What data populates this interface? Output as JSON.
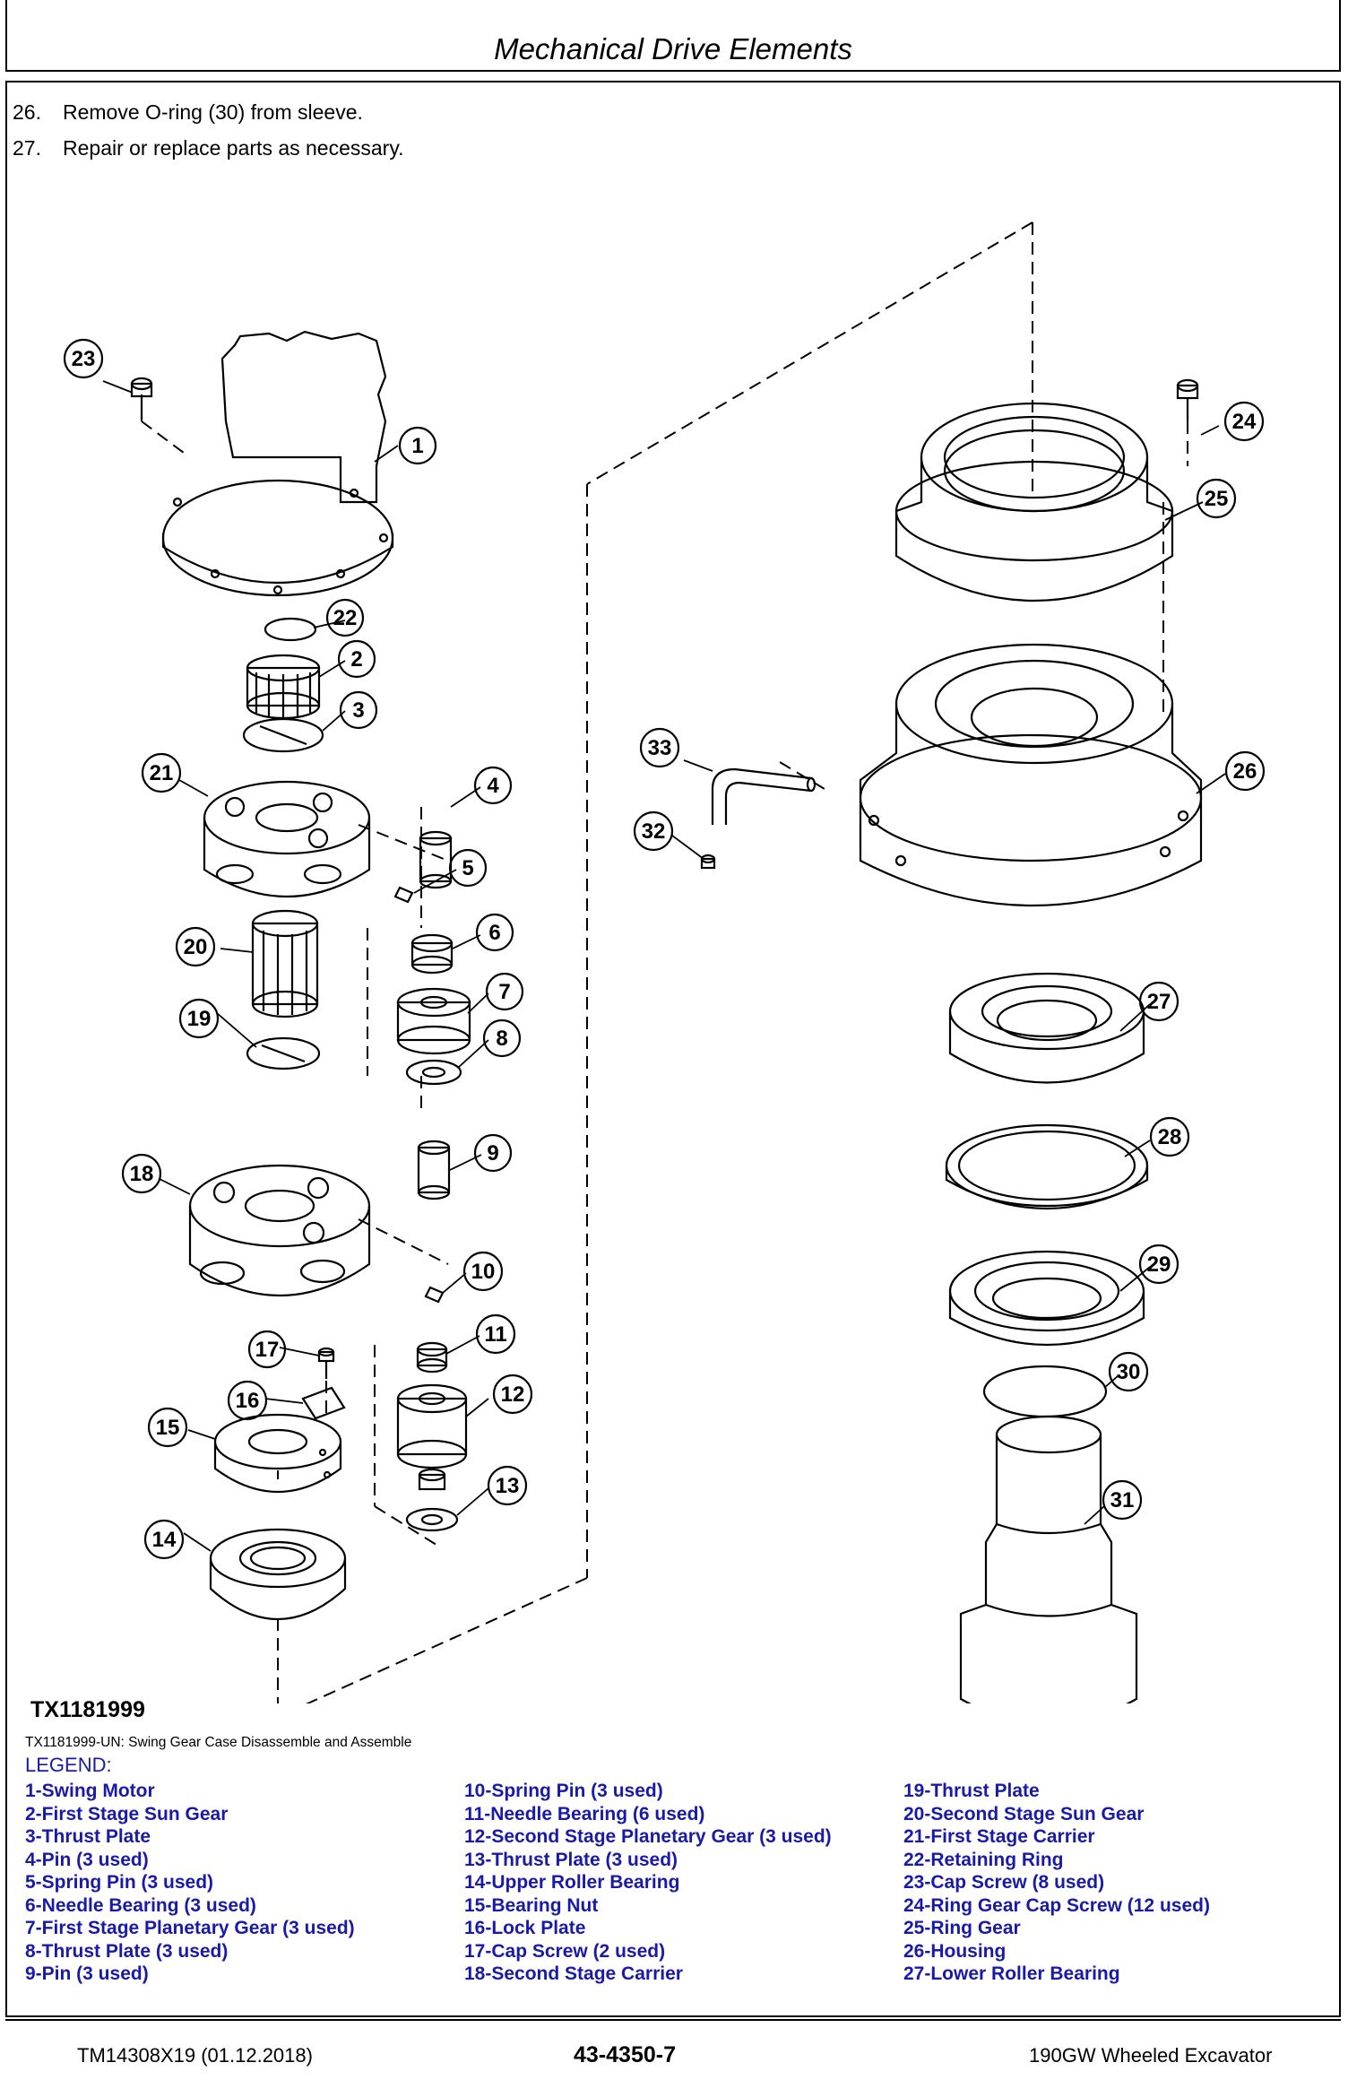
{
  "header": {
    "title": "Mechanical Drive Elements"
  },
  "steps": [
    {
      "num": "26.",
      "text": "Remove O-ring (30) from sleeve."
    },
    {
      "num": "27.",
      "text": "Repair or replace parts as necessary."
    }
  ],
  "figure": {
    "id": "TX1181999",
    "caption": "TX1181999-UN: Swing Gear Case Disassemble and Assemble",
    "callouts": [
      "1",
      "2",
      "3",
      "4",
      "5",
      "6",
      "7",
      "8",
      "9",
      "10",
      "11",
      "12",
      "13",
      "14",
      "15",
      "16",
      "17",
      "18",
      "19",
      "20",
      "21",
      "22",
      "23",
      "24",
      "25",
      "26",
      "27",
      "28",
      "29",
      "30",
      "31",
      "32",
      "33"
    ]
  },
  "legend": {
    "title": "LEGEND:",
    "col1": [
      "1-Swing Motor",
      "2-First Stage Sun Gear",
      "3-Thrust Plate",
      "4-Pin (3 used)",
      "5-Spring Pin (3 used)",
      "6-Needle Bearing (3 used)",
      "7-First Stage Planetary Gear (3 used)",
      "8-Thrust Plate (3 used)",
      "9-Pin (3 used)"
    ],
    "col2": [
      "10-Spring Pin (3 used)",
      "11-Needle Bearing (6 used)",
      "12-Second Stage Planetary Gear (3 used)",
      "13-Thrust Plate (3 used)",
      "14-Upper Roller Bearing",
      "15-Bearing Nut",
      "16-Lock Plate",
      "17-Cap Screw (2 used)",
      "18-Second Stage Carrier"
    ],
    "col3": [
      "19-Thrust Plate",
      "20-Second Stage Sun Gear",
      "21-First Stage Carrier",
      "22-Retaining Ring",
      "23-Cap Screw (8 used)",
      "24-Ring Gear Cap Screw (12 used)",
      "25-Ring Gear",
      "26-Housing",
      "27-Lower Roller Bearing"
    ]
  },
  "footer": {
    "doc_id": "TM14308X19 (01.12.2018)",
    "page": "43-4350-7",
    "model": "190GW Wheeled Excavator"
  }
}
